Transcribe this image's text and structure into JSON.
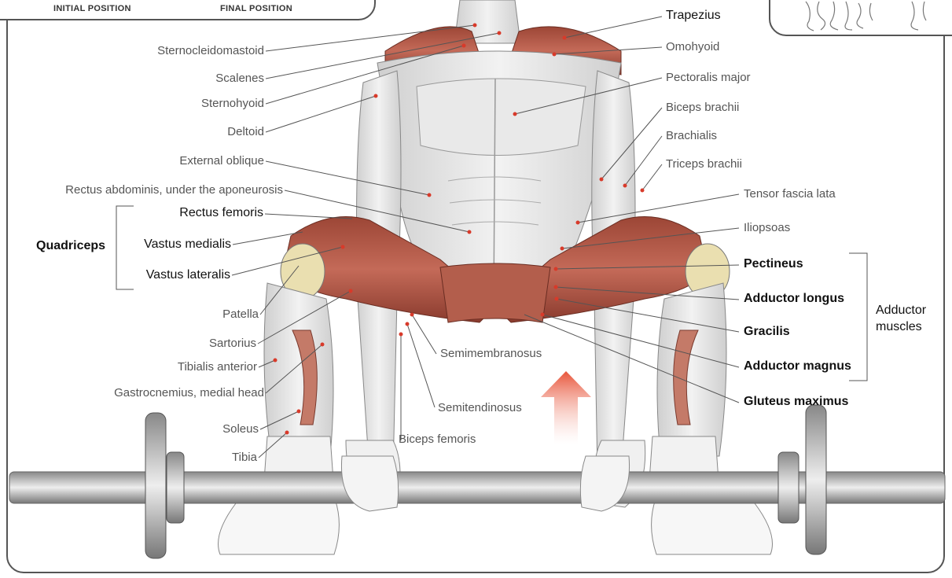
{
  "captions": {
    "initial": "INITIAL POSITION",
    "final": "FINAL POSITION"
  },
  "labels": {
    "sternocleidomastoid": "Sternocleidomastoid",
    "scalenes": "Scalenes",
    "sternohyoid": "Sternohyoid",
    "deltoid": "Deltoid",
    "external_oblique": "External oblique",
    "rectus_abdominis": "Rectus abdominis, under the aponeurosis",
    "rectus_femoris": "Rectus femoris",
    "vastus_medialis": "Vastus medialis",
    "vastus_lateralis": "Vastus lateralis",
    "quadriceps": "Quadriceps",
    "patella": "Patella",
    "sartorius": "Sartorius",
    "tibialis_anterior": "Tibialis anterior",
    "gastrocnemius": "Gastrocnemius, medial head",
    "soleus": "Soleus",
    "tibia": "Tibia",
    "trapezius": "Trapezius",
    "omohyoid": "Omohyoid",
    "pectoralis_major": "Pectoralis major",
    "biceps_brachii": "Biceps brachii",
    "brachialis": "Brachialis",
    "triceps_brachii": "Triceps brachii",
    "tensor_fascia_lata": "Tensor fascia lata",
    "iliopsoas": "Iliopsoas",
    "pectineus": "Pectineus",
    "adductor_longus": "Adductor longus",
    "gracilis": "Gracilis",
    "adductor_magnus": "Adductor magnus",
    "gluteus_maximus": "Gluteus maximus",
    "adductor_muscles_1": "Adductor",
    "adductor_muscles_2": "muscles",
    "semimembranosus": "Semimembranosus",
    "semitendinosus": "Semitendinosus",
    "biceps_femoris": "Biceps femoris"
  },
  "colors": {
    "muscle": "#b0584a",
    "skin": "#e4e4e4",
    "arrow": "#e8553a",
    "leader": "#555555",
    "dot": "#d83a2a"
  }
}
